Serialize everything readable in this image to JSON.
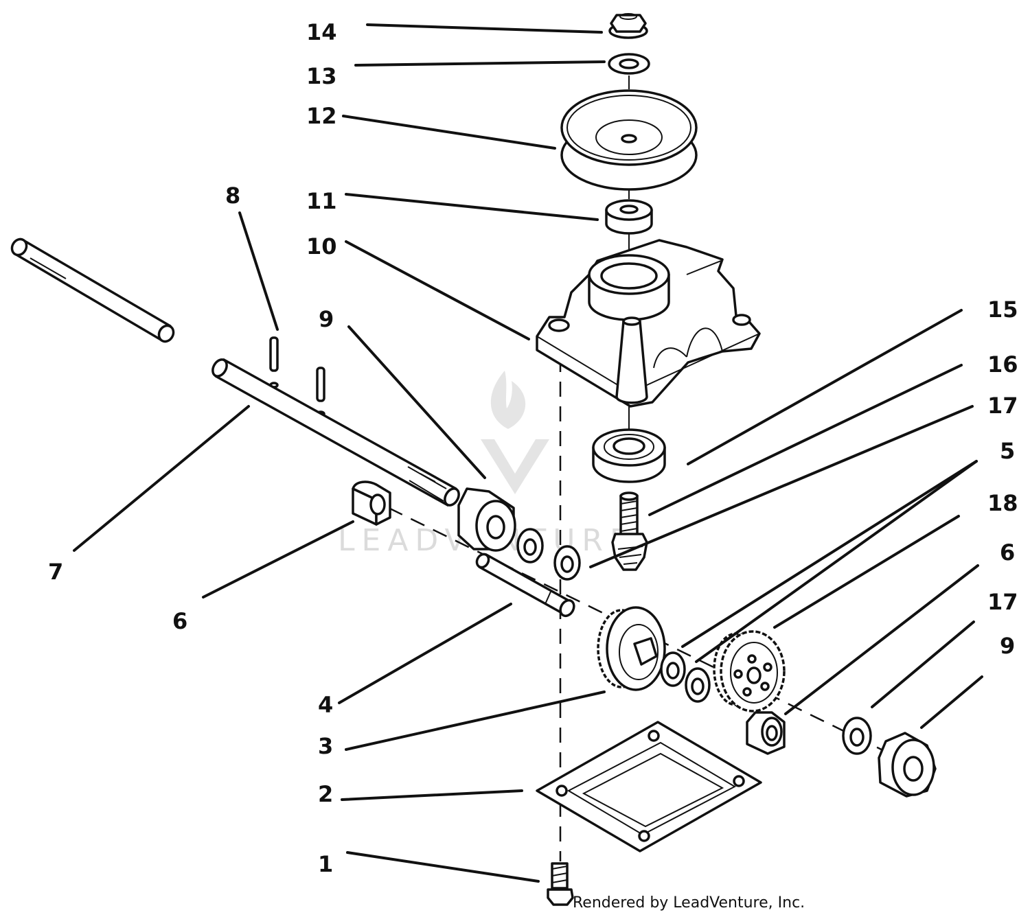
{
  "callouts": [
    {
      "id": "c14",
      "text": "14"
    },
    {
      "id": "c13",
      "text": "13"
    },
    {
      "id": "c12",
      "text": "12"
    },
    {
      "id": "c11",
      "text": "11"
    },
    {
      "id": "c10",
      "text": "10"
    },
    {
      "id": "c8",
      "text": "8"
    },
    {
      "id": "c9a",
      "text": "9"
    },
    {
      "id": "c7",
      "text": "7"
    },
    {
      "id": "c6a",
      "text": "6"
    },
    {
      "id": "c4",
      "text": "4"
    },
    {
      "id": "c3",
      "text": "3"
    },
    {
      "id": "c2",
      "text": "2"
    },
    {
      "id": "c1",
      "text": "1"
    },
    {
      "id": "c15",
      "text": "15"
    },
    {
      "id": "c16",
      "text": "16"
    },
    {
      "id": "c17a",
      "text": "17"
    },
    {
      "id": "c5",
      "text": "5"
    },
    {
      "id": "c18",
      "text": "18"
    },
    {
      "id": "c6b",
      "text": "6"
    },
    {
      "id": "c17b",
      "text": "17"
    },
    {
      "id": "c9b",
      "text": "9"
    }
  ],
  "credit": "Rendered by LeadVenture, Inc.",
  "watermark": "LEADVENTURE"
}
